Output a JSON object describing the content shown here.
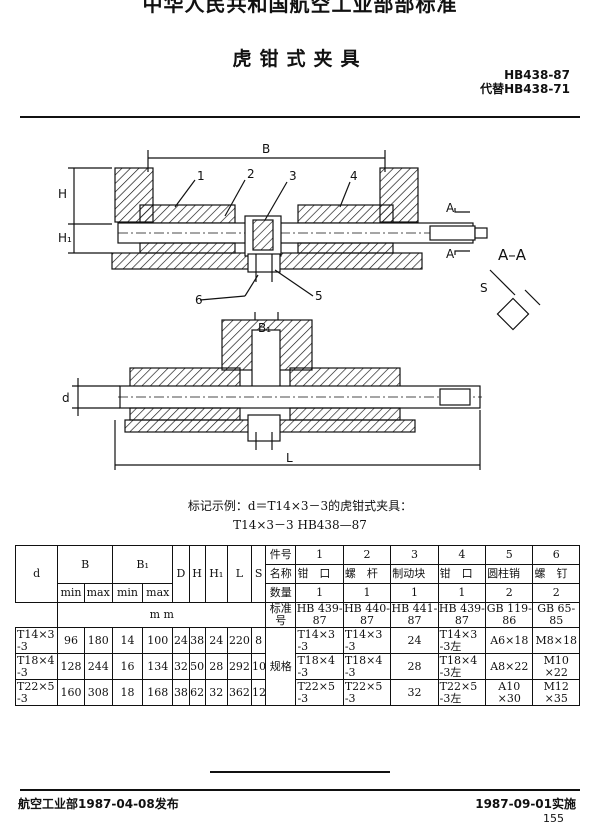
{
  "header": {
    "org": "中华人民共和国航空工业部部标准",
    "title": "虎钳式夹具",
    "std_no": "HB438-87",
    "replaces": "代替HB438-71"
  },
  "drawing": {
    "labels": {
      "B": "B",
      "H": "H",
      "H1": "H₁",
      "n1": "1",
      "n2": "2",
      "n3": "3",
      "n4": "4",
      "n5": "5",
      "n6": "6",
      "A_upper": "A",
      "A_lower": "A",
      "section": "A–A",
      "S": "S",
      "B1": "B₁",
      "d": "d",
      "L": "L"
    }
  },
  "example": {
    "line1": "标记示例：d＝T14×3－3的虎钳式夹具：",
    "line2": "T14×3－3  HB438—87"
  },
  "table": {
    "d": "d",
    "B": "B",
    "B1": "B₁",
    "D": "D",
    "H": "H",
    "H1": "H₁",
    "L": "L",
    "S": "S",
    "min": "min",
    "max": "max",
    "unit": "m m",
    "part_no": "件号",
    "part_name": "名称",
    "qty": "数量",
    "std": "标准号",
    "spec": "规格",
    "parts": [
      {
        "no": "1",
        "name": "钳　口",
        "qty": "1",
        "std": "HB 439-87"
      },
      {
        "no": "2",
        "name": "螺　杆",
        "qty": "1",
        "std": "HB 440-87"
      },
      {
        "no": "3",
        "name": "制动块",
        "qty": "1",
        "std": "HB 441-87"
      },
      {
        "no": "4",
        "name": "钳　口",
        "qty": "1",
        "std": "HB 439-87"
      },
      {
        "no": "5",
        "name": "圆柱销",
        "qty": "2",
        "std": "GB 119-86"
      },
      {
        "no": "6",
        "name": "螺　钉",
        "qty": "2",
        "std": "GB 65-85"
      }
    ],
    "rows": [
      {
        "d": "T14×3 -3",
        "Bmin": "96",
        "Bmax": "180",
        "B1min": "14",
        "B1max": "100",
        "D": "24",
        "H": "38",
        "H1": "24",
        "L": "220",
        "S": "8",
        "p1": "T14×3 -3",
        "p2": "T14×3 -3",
        "p3": "24",
        "p4": "T14×3 -3左",
        "p5": "A6×18",
        "p6": "M8×18"
      },
      {
        "d": "T18×4 -3",
        "Bmin": "128",
        "Bmax": "244",
        "B1min": "16",
        "B1max": "134",
        "D": "32",
        "H": "50",
        "H1": "28",
        "L": "292",
        "S": "10",
        "p1": "T18×4 -3",
        "p2": "T18×4 -3",
        "p3": "28",
        "p4": "T18×4 -3左",
        "p5": "A8×22",
        "p6": "M10 ×22"
      },
      {
        "d": "T22×5 -3",
        "Bmin": "160",
        "Bmax": "308",
        "B1min": "18",
        "B1max": "168",
        "D": "38",
        "H": "62",
        "H1": "32",
        "L": "362",
        "S": "12",
        "p1": "T22×5 -3",
        "p2": "T22×5 -3",
        "p3": "32",
        "p4": "T22×5 -3左",
        "p5": "A10 ×30",
        "p6": "M12 ×35"
      }
    ]
  },
  "footer": {
    "issued": "航空工业部1987-04-08发布",
    "implemented": "1987-09-01实施",
    "page": "155"
  }
}
